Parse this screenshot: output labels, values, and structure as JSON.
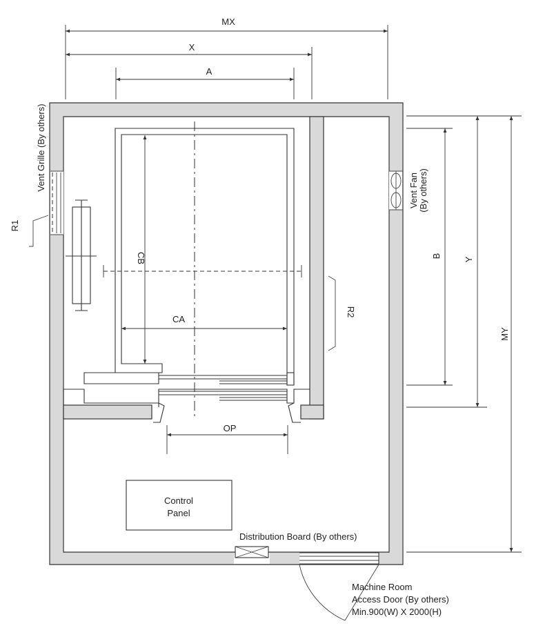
{
  "dimensions": {
    "mx": "MX",
    "x": "X",
    "a": "A",
    "my": "MY",
    "y": "Y",
    "b": "B",
    "ca": "CA",
    "cb": "CB",
    "op": "OP",
    "r1": "R1",
    "r2": "R2"
  },
  "labels": {
    "vent_grille": "Vent Grille (By others)",
    "vent_fan_line1": "Vent Fan",
    "vent_fan_line2": "(By others)",
    "control_panel_line1": "Control",
    "control_panel_line2": "Panel",
    "distribution_board": "Distribution Board (By others)",
    "access_door_line1": "Machine Room",
    "access_door_line2": "Access Door (By others)",
    "access_door_line3": "Min.900(W) X 2000(H)"
  }
}
